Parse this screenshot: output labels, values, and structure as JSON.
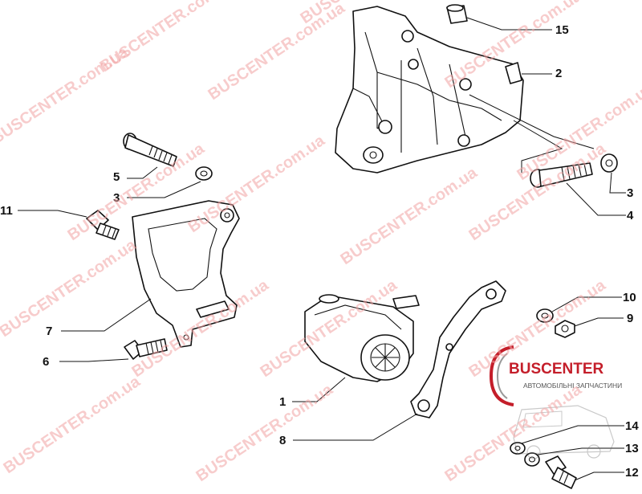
{
  "watermark": "BUSCENTER.com.ua",
  "logo": {
    "name": "BUSCENTER",
    "subtitle": "АВТОМОБІЛЬНІ ЗАПЧАСТИНИ"
  },
  "callouts": {
    "c15": "15",
    "c2": "2",
    "c5": "5",
    "c3a": "3",
    "c11": "11",
    "c3b": "3",
    "c4": "4",
    "c7": "7",
    "c10": "10",
    "c9": "9",
    "c6": "6",
    "c1": "1",
    "c8": "8",
    "c14": "14",
    "c13": "13",
    "c12": "12"
  },
  "colors": {
    "watermark": "#f2a3a3",
    "brand": "#c41e2a",
    "ink": "#111111"
  }
}
